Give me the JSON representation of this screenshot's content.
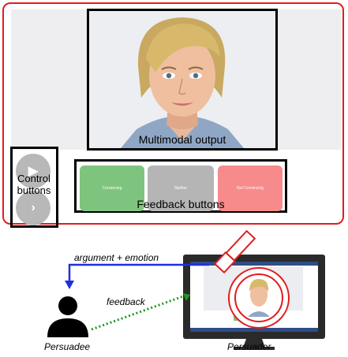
{
  "labels": {
    "multimodal_output": "Multimodal output",
    "control_buttons": "Control buttons",
    "feedback_buttons": "Feedback buttons",
    "argument_emotion": "argument + emotion",
    "feedback": "feedback",
    "persuadee": "Persuadee",
    "persuader": "Persuader"
  },
  "feedback_buttons": [
    {
      "label": "Convincing",
      "color": "#7fc47e"
    },
    {
      "label": "Neither",
      "color": "#b5b5b5"
    },
    {
      "label": "Not Convincing",
      "color": "#f78b8b"
    }
  ],
  "control_buttons": [
    {
      "icon": "play-icon"
    },
    {
      "icon": "chevron-right-icon"
    }
  ],
  "colors": {
    "highlight_red": "#e11d1d",
    "argument_arrow": "#1f2fe0",
    "feedback_arrow": "#1f9a1f"
  }
}
